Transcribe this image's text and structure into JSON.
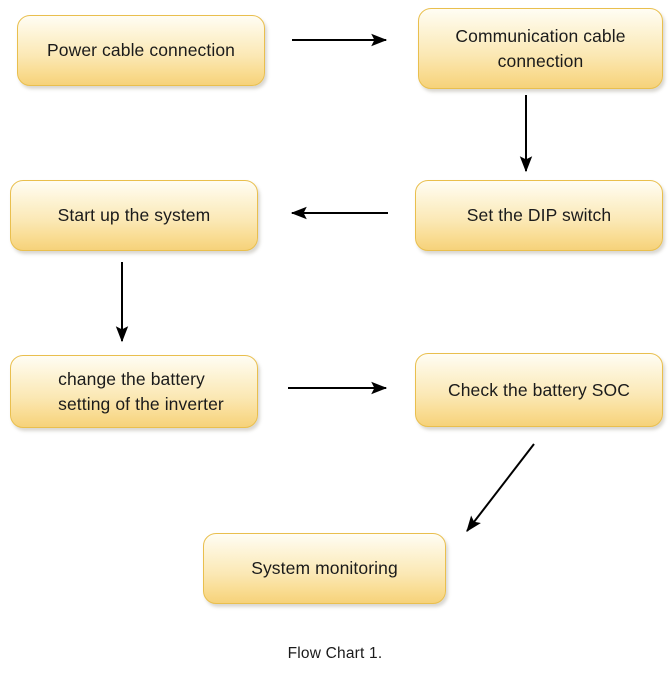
{
  "diagram": {
    "caption": "Flow Chart 1.",
    "accent_border_color": "#e9bf4e",
    "fill_top_color": "#fffdf4",
    "fill_bottom_color": "#f6d27a",
    "arrow_color": "#000000",
    "background_color": "#ffffff",
    "nodes": [
      {
        "id": "power-cable",
        "label": "Power cable connection"
      },
      {
        "id": "comm-cable",
        "label": "Communication cable\nconnection"
      },
      {
        "id": "start-system",
        "label": "Start up the system"
      },
      {
        "id": "dip-switch",
        "label": "Set the DIP switch"
      },
      {
        "id": "change-battery",
        "label": "change the battery\nsetting of the inverter"
      },
      {
        "id": "check-soc",
        "label": "Check the battery SOC"
      },
      {
        "id": "system-monitoring",
        "label": "System monitoring"
      }
    ],
    "edges": [
      {
        "id": "power-to-comm",
        "from": "power-cable",
        "to": "comm-cable",
        "direction": "right"
      },
      {
        "id": "comm-to-dip",
        "from": "comm-cable",
        "to": "dip-switch",
        "direction": "down"
      },
      {
        "id": "dip-to-start",
        "from": "dip-switch",
        "to": "start-system",
        "direction": "left"
      },
      {
        "id": "start-to-change",
        "from": "start-system",
        "to": "change-battery",
        "direction": "down"
      },
      {
        "id": "change-to-check",
        "from": "change-battery",
        "to": "check-soc",
        "direction": "right"
      },
      {
        "id": "check-to-monitoring",
        "from": "check-soc",
        "to": "system-monitoring",
        "direction": "diagonal-down-left"
      }
    ]
  }
}
